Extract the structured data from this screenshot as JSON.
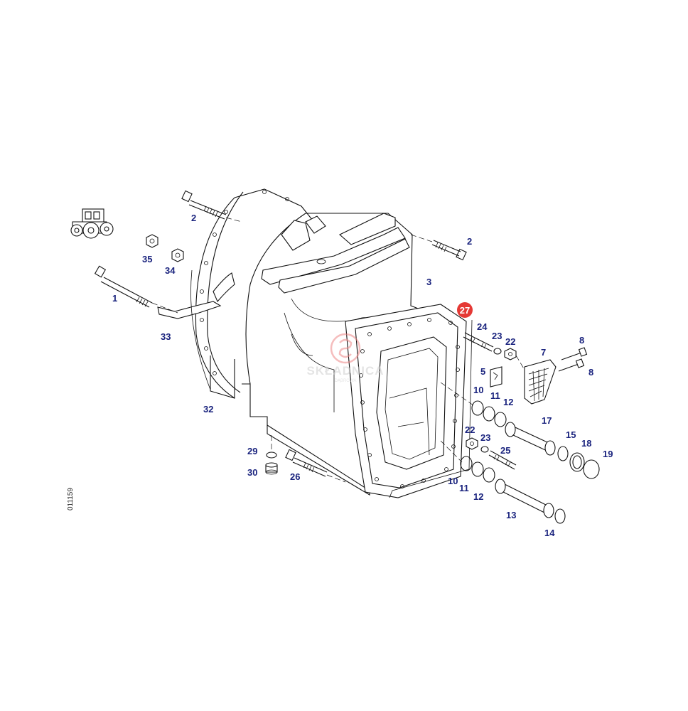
{
  "diagram": {
    "drawing_code": "011159",
    "highlight_color": "#e53935",
    "label_color": "#1a237e",
    "watermark": {
      "text": "SKŁADNICA",
      "subtext": "DĄBROWA"
    },
    "callouts": {
      "c1": "1",
      "c2a": "2",
      "c2b": "2",
      "c3": "3",
      "c5": "5",
      "c7": "7",
      "c8a": "8",
      "c8b": "8",
      "c10a": "10",
      "c10b": "10",
      "c11a": "11",
      "c11b": "11",
      "c12a": "12",
      "c12b": "12",
      "c13": "13",
      "c14": "14",
      "c15": "15",
      "c17": "17",
      "c18": "18",
      "c19": "19",
      "c22a": "22",
      "c22b": "22",
      "c23a": "23",
      "c23b": "23",
      "c24": "24",
      "c25": "25",
      "c26": "26",
      "c27": "27",
      "c29": "29",
      "c30": "30",
      "c32": "32",
      "c33": "33",
      "c34": "34",
      "c35": "35"
    }
  }
}
